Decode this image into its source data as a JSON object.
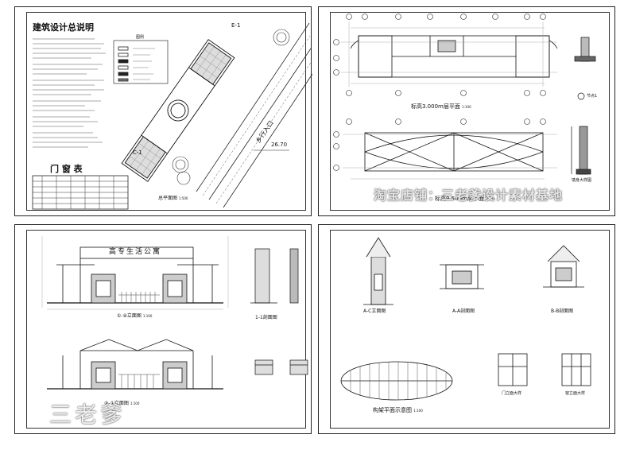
{
  "sheet1": {
    "title": "建筑设计总说明",
    "legend_title": "图例",
    "door_window_title": "门 窗 表",
    "site_label_e": "E-1",
    "site_label_c": "C-1",
    "road_label": "乡行入口",
    "elevation_mark": "26.70",
    "plan_caption": "总平面图",
    "plan_scale": "1:500"
  },
  "sheet2": {
    "plan1_caption": "标高3.000m层平面",
    "plan1_scale": "1:100",
    "plan2_caption": "标高9.500m层平面",
    "node_caption": "节点1",
    "section_caption": "墙身大样图"
  },
  "sheet3": {
    "sign_text": "高专生活公寓",
    "elev1_caption": "①-⑨立面图",
    "elev2_caption": "⑨-①立面图",
    "side_caption": "1-1剖面图",
    "scale": "1:100"
  },
  "sheet4": {
    "elev_a": "A-C立面图",
    "sect_a": "A-A剖面图",
    "sect_b": "B-B剖面图",
    "roof_caption": "构架平面示意图",
    "door_caption": "门立面大样",
    "window_caption": "窗立面大样",
    "scale": "1:100"
  },
  "watermarks": {
    "banner": "淘宝店铺：三老爹设计素材基地",
    "brand": "三老爹"
  }
}
